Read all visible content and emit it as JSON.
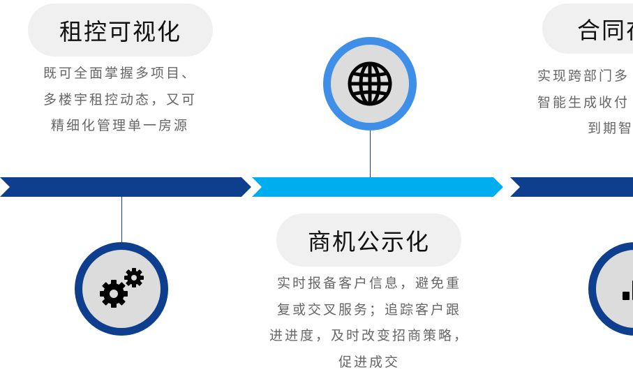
{
  "features": [
    {
      "title": "租控可视化",
      "desc_lines": [
        "既可全面掌握多项目、",
        "多楼宇租控动态，又可",
        "精细化管理单一房源"
      ],
      "icon": "gears-icon"
    },
    {
      "title": "商机公示化",
      "desc_lines": [
        "实时报备客户信息，避免重",
        "复或交叉服务；追踪客户跟",
        "进进度，及时改变招商策略，",
        "促进成交"
      ],
      "icon": "globe-icon"
    },
    {
      "title": "合同在",
      "desc_lines": [
        "实现跨部门多",
        "智能生成收付",
        "到期智"
      ],
      "icon": "bar-chart-icon"
    }
  ],
  "colors": {
    "dark_blue": "#0e3f8e",
    "light_blue": "#00aeef",
    "ring_light": "#3f8fe8",
    "pill_bg": "#f0f0f0",
    "text_gray": "#666666"
  }
}
